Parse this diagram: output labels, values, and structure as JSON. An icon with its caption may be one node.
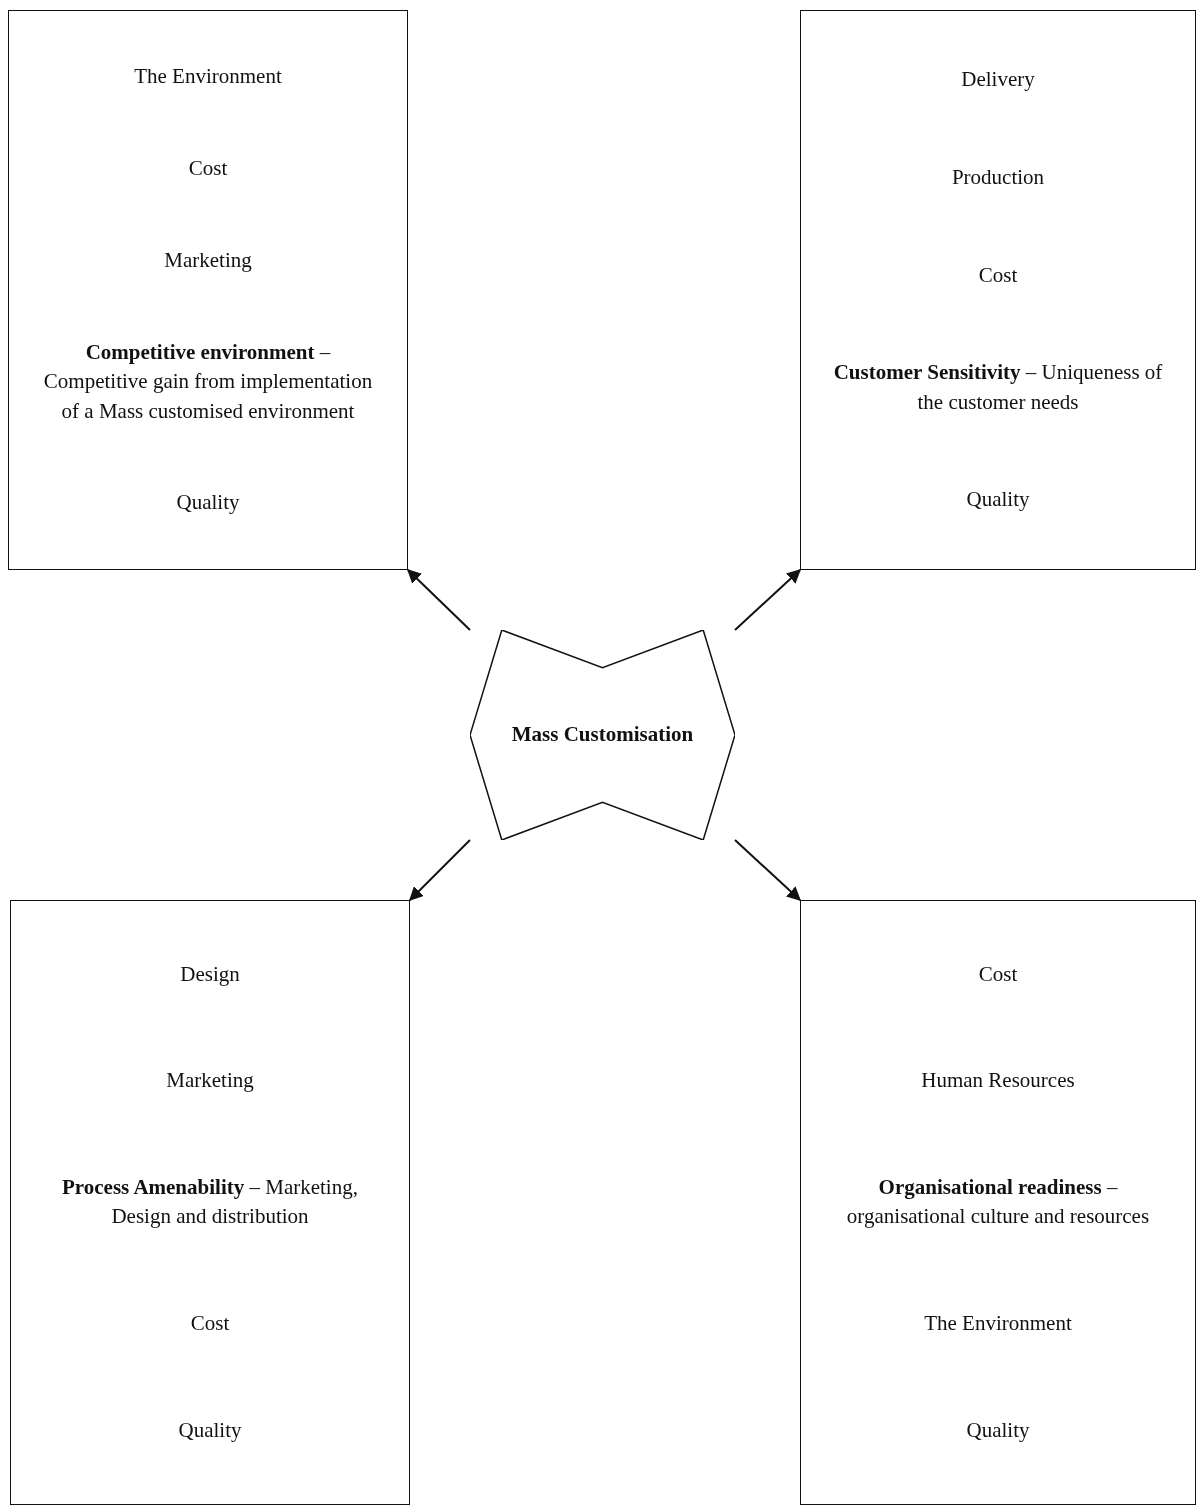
{
  "diagram": {
    "nodes": [
      {
        "text": [
          "The Environment",
          "Cost",
          "Marketing",
          "**Competitive environment** – Competitive gain from implementation of a Mass customised environment",
          "Quality"
        ]
      },
      {
        "text": [
          "Delivery",
          "Production",
          "Cost",
          "**Customer Sensitivity** – Uniqueness of the customer needs",
          "Quality"
        ]
      },
      {
        "text": [
          "Mass Customisation"
        ]
      },
      {
        "text": [
          "Design",
          "Marketing",
          "**Process Amenability** – Marketing, Design and distribution",
          "Cost",
          "Quality"
        ]
      },
      {
        "text": [
          "Cost",
          "Human Resources",
          "**Organisational readiness** – organisational culture and resources",
          "The Environment",
          "Quality"
        ]
      }
    ],
    "edges": [
      {
        "from": 2,
        "to": 0,
        "arrow": "to"
      },
      {
        "from": 2,
        "to": 1,
        "arrow": "to"
      },
      {
        "from": 2,
        "to": 3,
        "arrow": "to"
      },
      {
        "from": 2,
        "to": 4,
        "arrow": "to"
      }
    ]
  }
}
